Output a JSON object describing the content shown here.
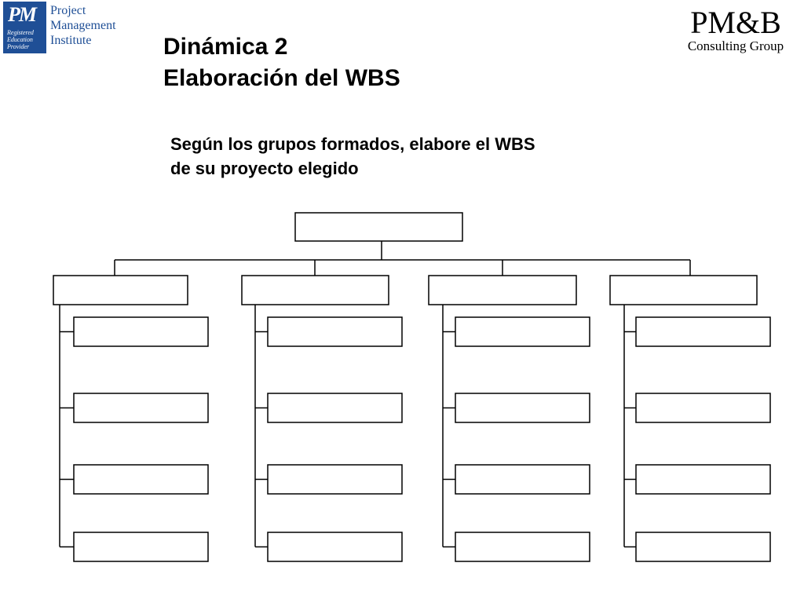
{
  "logos": {
    "pmi": {
      "mark": "PM",
      "badge_lines": [
        "Registered",
        "Education",
        "Provider"
      ],
      "name_lines": [
        "Project",
        "Management",
        "Institute"
      ]
    },
    "pmb": {
      "main": "PM&B",
      "sub": "Consulting Group"
    }
  },
  "slide": {
    "title_line1": "Dinámica 2",
    "title_line2": "Elaboración del WBS",
    "instruction_line1": "Según los grupos formados, elabore el WBS",
    "instruction_line2": "de su proyecto elegido"
  },
  "wbs": {
    "root": {
      "label": ""
    },
    "branches": [
      {
        "label": "",
        "children": [
          "",
          "",
          "",
          ""
        ]
      },
      {
        "label": "",
        "children": [
          "",
          "",
          "",
          ""
        ]
      },
      {
        "label": "",
        "children": [
          "",
          "",
          "",
          ""
        ]
      },
      {
        "label": "",
        "children": [
          "",
          "",
          "",
          ""
        ]
      }
    ]
  }
}
